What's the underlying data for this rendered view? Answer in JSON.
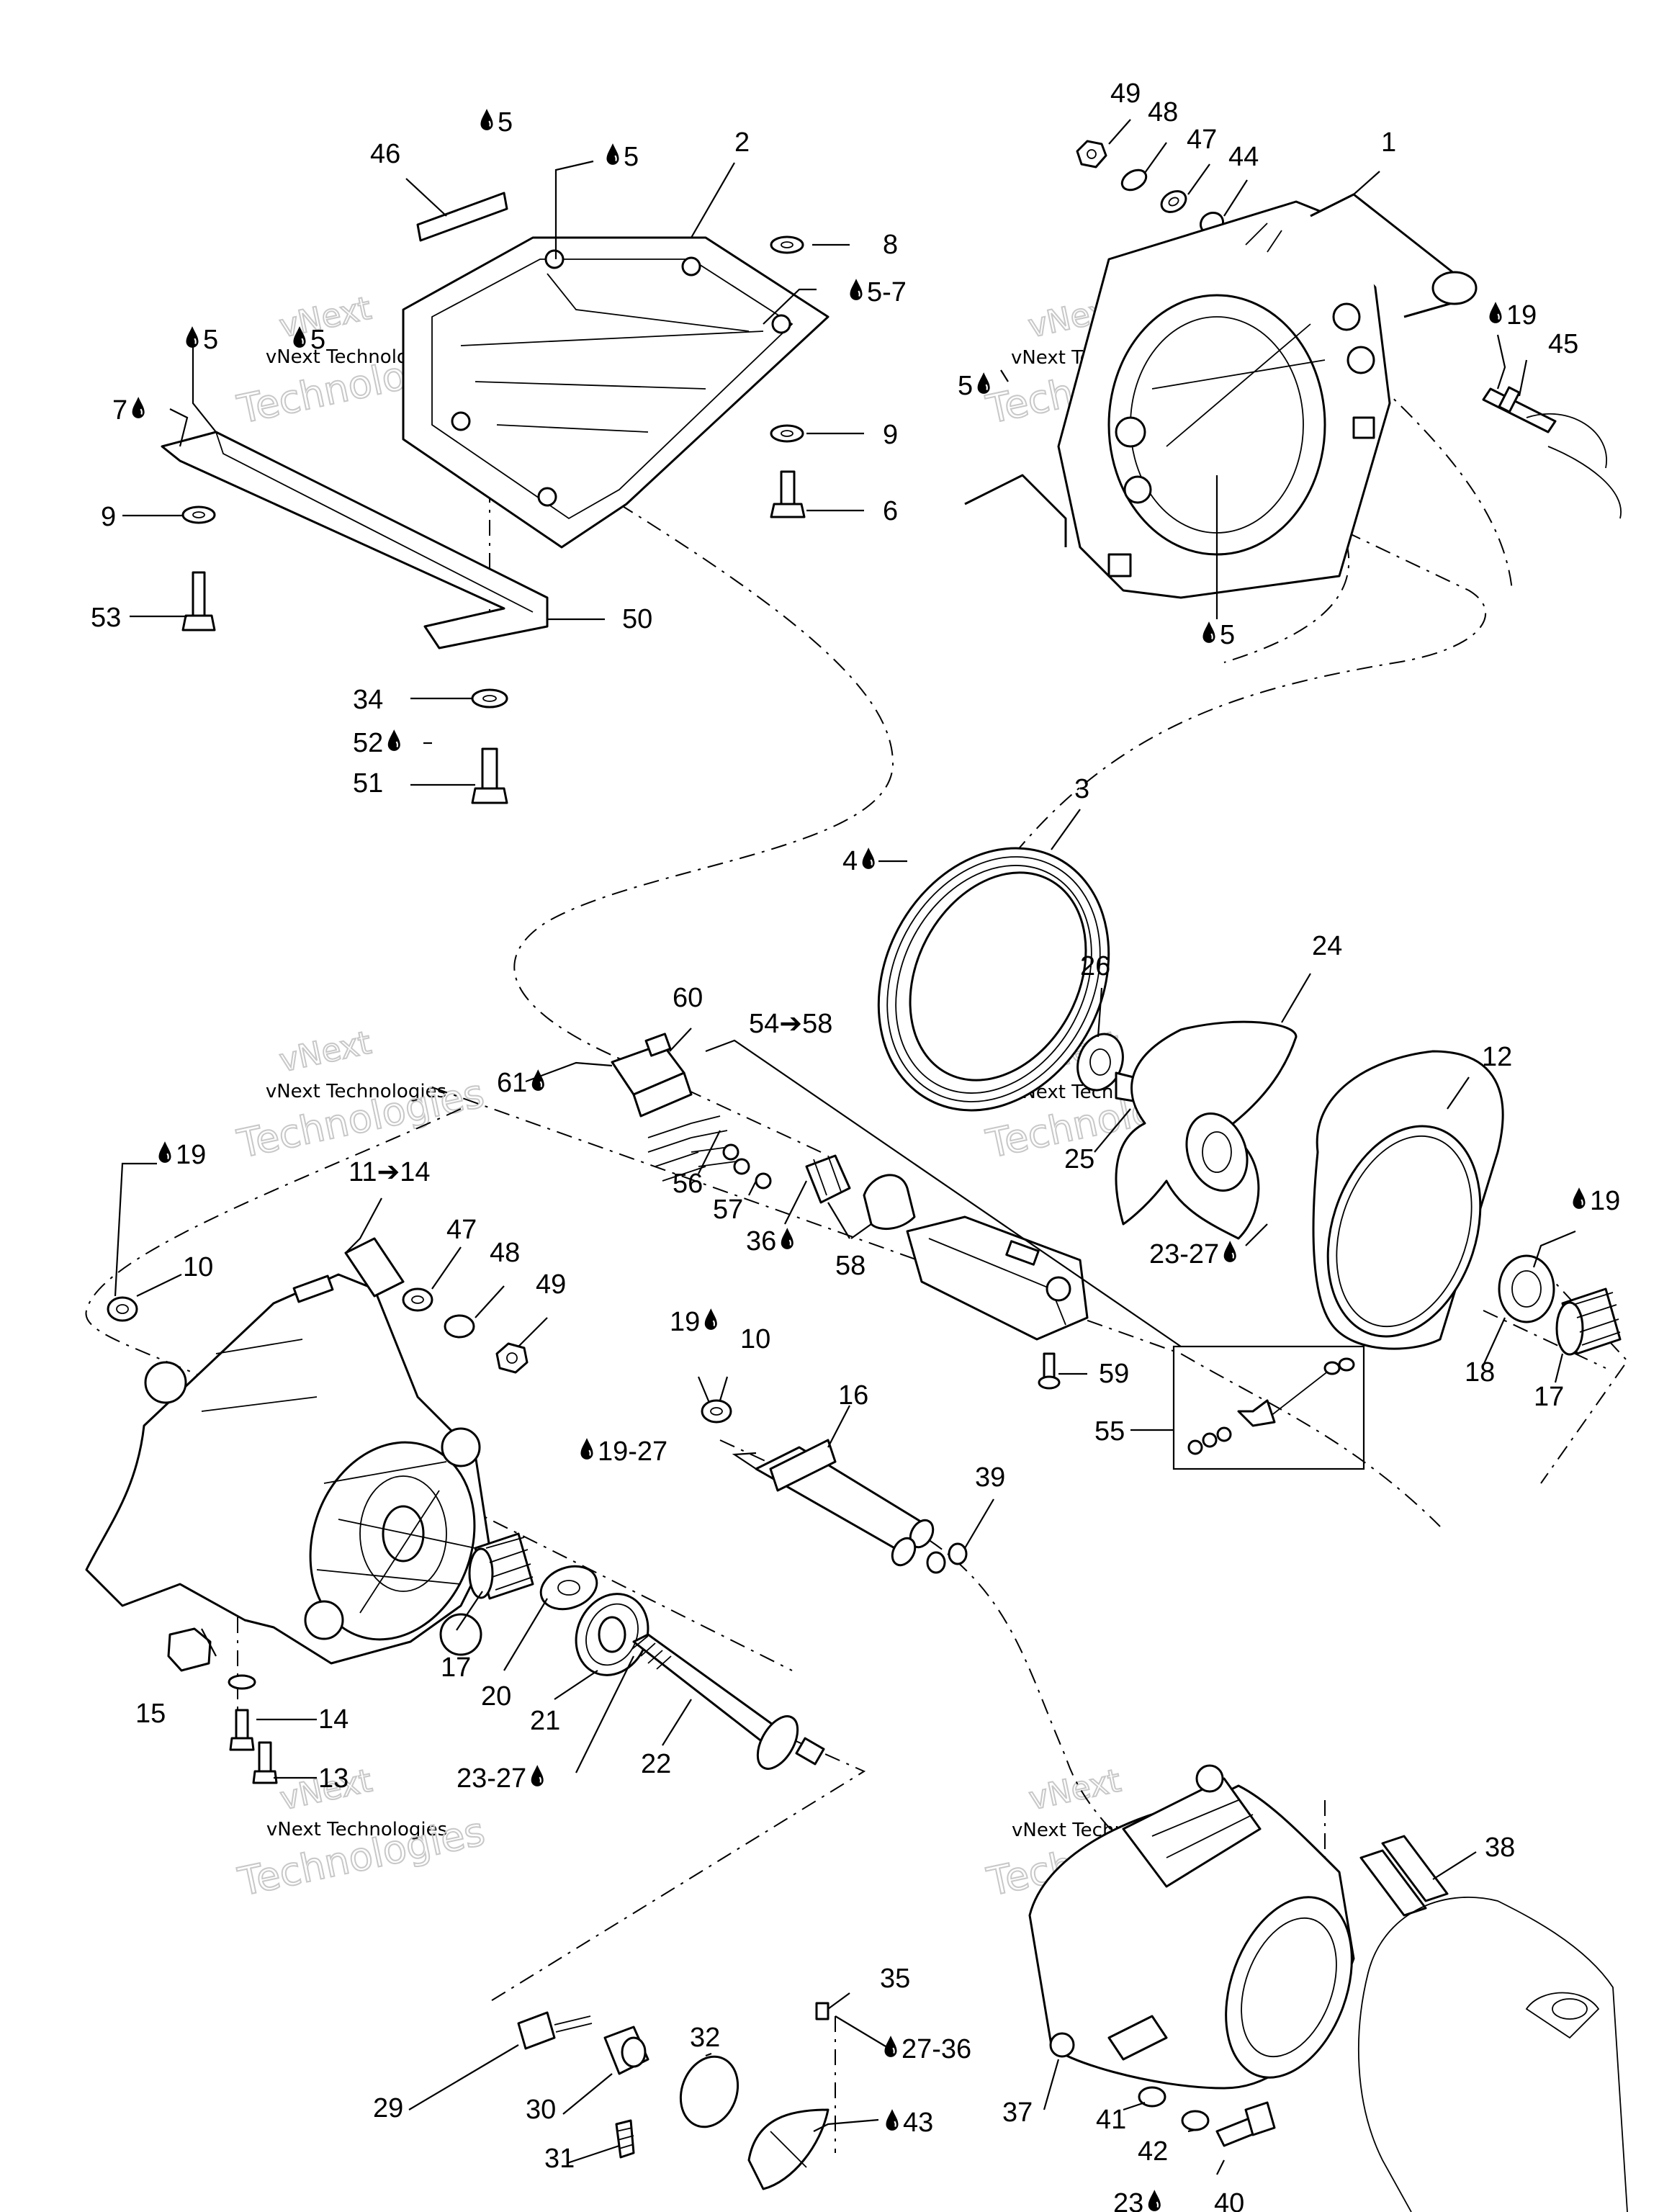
{
  "watermark": {
    "line1": "vNext",
    "line2": "vNext Technologies",
    "line3": "Technologies"
  },
  "callouts": [
    {
      "id": "c1",
      "text": "1",
      "lube": false
    },
    {
      "id": "c2",
      "text": "2",
      "lube": false
    },
    {
      "id": "c3",
      "text": "3",
      "lube": false
    },
    {
      "id": "c4",
      "text": "4",
      "lube": true
    },
    {
      "id": "c5a",
      "text": "5",
      "lube": true
    },
    {
      "id": "c5b",
      "text": "5",
      "lube": true
    },
    {
      "id": "c5c",
      "text": "5",
      "lube": true
    },
    {
      "id": "c5d",
      "text": "5",
      "lube": true
    },
    {
      "id": "c5e",
      "text": "5",
      "lube": true
    },
    {
      "id": "c5f",
      "text": "5",
      "lube": true
    },
    {
      "id": "c57a",
      "text": "5-7",
      "lube": true
    },
    {
      "id": "c6",
      "text": "6",
      "lube": false
    },
    {
      "id": "c7",
      "text": "7",
      "lube": true
    },
    {
      "id": "c8",
      "text": "8",
      "lube": false
    },
    {
      "id": "c9a",
      "text": "9",
      "lube": false
    },
    {
      "id": "c9b",
      "text": "9",
      "lube": false
    },
    {
      "id": "c10a",
      "text": "10",
      "lube": false
    },
    {
      "id": "c10b",
      "text": "10",
      "lube": false
    },
    {
      "id": "c1114",
      "text": "11➔14",
      "lube": false
    },
    {
      "id": "c12",
      "text": "12",
      "lube": false
    },
    {
      "id": "c13",
      "text": "13",
      "lube": false
    },
    {
      "id": "c14",
      "text": "14",
      "lube": false
    },
    {
      "id": "c15",
      "text": "15",
      "lube": false
    },
    {
      "id": "c16",
      "text": "16",
      "lube": false
    },
    {
      "id": "c17a",
      "text": "17",
      "lube": false
    },
    {
      "id": "c17b",
      "text": "17",
      "lube": false
    },
    {
      "id": "c18",
      "text": "18",
      "lube": false
    },
    {
      "id": "c19a",
      "text": "19",
      "lube": true
    },
    {
      "id": "c19b",
      "text": "19",
      "lube": true
    },
    {
      "id": "c19c",
      "text": "19",
      "lube": true
    },
    {
      "id": "c19d",
      "text": "19",
      "lube": true
    },
    {
      "id": "c1927",
      "text": "19-27",
      "lube": true
    },
    {
      "id": "c20",
      "text": "20",
      "lube": false
    },
    {
      "id": "c21",
      "text": "21",
      "lube": false
    },
    {
      "id": "c22",
      "text": "22",
      "lube": false
    },
    {
      "id": "c2327a",
      "text": "23-27",
      "lube": true
    },
    {
      "id": "c2327b",
      "text": "23-27",
      "lube": true
    },
    {
      "id": "c23",
      "text": "23",
      "lube": true
    },
    {
      "id": "c24",
      "text": "24",
      "lube": false
    },
    {
      "id": "c25",
      "text": "25",
      "lube": false
    },
    {
      "id": "c26",
      "text": "26",
      "lube": false
    },
    {
      "id": "c2736",
      "text": "27-36",
      "lube": true
    },
    {
      "id": "c29",
      "text": "29",
      "lube": false
    },
    {
      "id": "c30",
      "text": "30",
      "lube": false
    },
    {
      "id": "c31",
      "text": "31",
      "lube": false
    },
    {
      "id": "c32",
      "text": "32",
      "lube": false
    },
    {
      "id": "c34",
      "text": "34",
      "lube": false
    },
    {
      "id": "c35",
      "text": "35",
      "lube": false
    },
    {
      "id": "c36",
      "text": "36",
      "lube": true
    },
    {
      "id": "c37",
      "text": "37",
      "lube": false
    },
    {
      "id": "c38",
      "text": "38",
      "lube": false
    },
    {
      "id": "c39",
      "text": "39",
      "lube": false
    },
    {
      "id": "c40",
      "text": "40",
      "lube": false
    },
    {
      "id": "c41",
      "text": "41",
      "lube": false
    },
    {
      "id": "c42",
      "text": "42",
      "lube": false
    },
    {
      "id": "c43",
      "text": "43",
      "lube": true
    },
    {
      "id": "c44",
      "text": "44",
      "lube": false
    },
    {
      "id": "c45",
      "text": "45",
      "lube": false
    },
    {
      "id": "c46",
      "text": "46",
      "lube": false
    },
    {
      "id": "c47a",
      "text": "47",
      "lube": false
    },
    {
      "id": "c47b",
      "text": "47",
      "lube": false
    },
    {
      "id": "c48a",
      "text": "48",
      "lube": false
    },
    {
      "id": "c48b",
      "text": "48",
      "lube": false
    },
    {
      "id": "c49a",
      "text": "49",
      "lube": false
    },
    {
      "id": "c49b",
      "text": "49",
      "lube": false
    },
    {
      "id": "c50",
      "text": "50",
      "lube": false
    },
    {
      "id": "c51",
      "text": "51",
      "lube": false
    },
    {
      "id": "c52",
      "text": "52",
      "lube": true
    },
    {
      "id": "c53",
      "text": "53",
      "lube": false
    },
    {
      "id": "c5458",
      "text": "54➔58",
      "lube": false
    },
    {
      "id": "c55",
      "text": "55",
      "lube": false
    },
    {
      "id": "c56",
      "text": "56",
      "lube": false
    },
    {
      "id": "c57",
      "text": "57",
      "lube": false
    },
    {
      "id": "c58",
      "text": "58",
      "lube": false
    },
    {
      "id": "c59",
      "text": "59",
      "lube": false
    },
    {
      "id": "c60",
      "text": "60",
      "lube": false
    },
    {
      "id": "c61",
      "text": "61",
      "lube": true
    }
  ]
}
